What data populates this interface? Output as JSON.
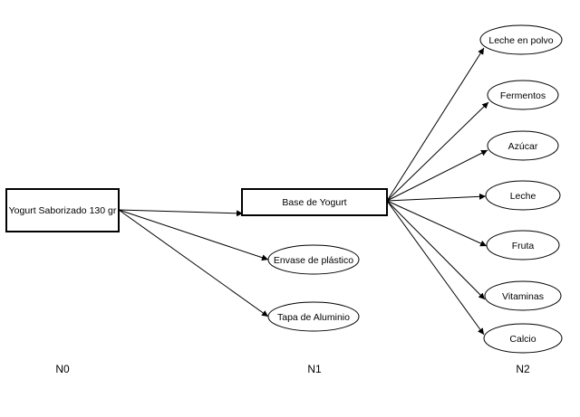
{
  "nodes": {
    "root": "Yogurt Saborizado 130 gr",
    "base": "Base de Yogurt",
    "envase": "Envase de plástico",
    "tapa": "Tapa de Aluminio",
    "leche_polvo": "Leche en polvo",
    "fermentos": "Fermentos",
    "azucar": "Azúcar",
    "leche": "Leche",
    "fruta": "Fruta",
    "vitaminas": "Vitaminas",
    "calcio": "Calcio"
  },
  "levels": {
    "n0": "N0",
    "n1": "N1",
    "n2": "N2"
  }
}
